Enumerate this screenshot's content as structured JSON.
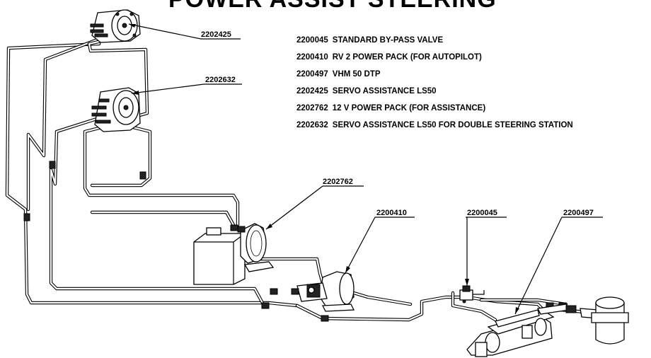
{
  "title": "POWER ASSIST STEERING",
  "legend": [
    {
      "code": "2200045",
      "desc": "STANDARD BY-PASS VALVE"
    },
    {
      "code": "2200410",
      "desc": "RV 2 POWER PACK (FOR AUTOPILOT)"
    },
    {
      "code": "2200497",
      "desc": "VHM 50 DTP"
    },
    {
      "code": "2202425",
      "desc": "SERVO ASSISTANCE LS50"
    },
    {
      "code": "2202762",
      "desc": "12 V POWER PACK (FOR ASSISTANCE)"
    },
    {
      "code": "2202632",
      "desc": "SERVO ASSISTANCE LS50 FOR DOUBLE STEERING STATION"
    }
  ],
  "callouts": {
    "servo_upper": "2202425",
    "servo_lower": "2202632",
    "power_pack_12v": "2202762",
    "power_pack_rv2": "2200410",
    "bypass_valve": "2200045",
    "cylinder": "2200497"
  }
}
